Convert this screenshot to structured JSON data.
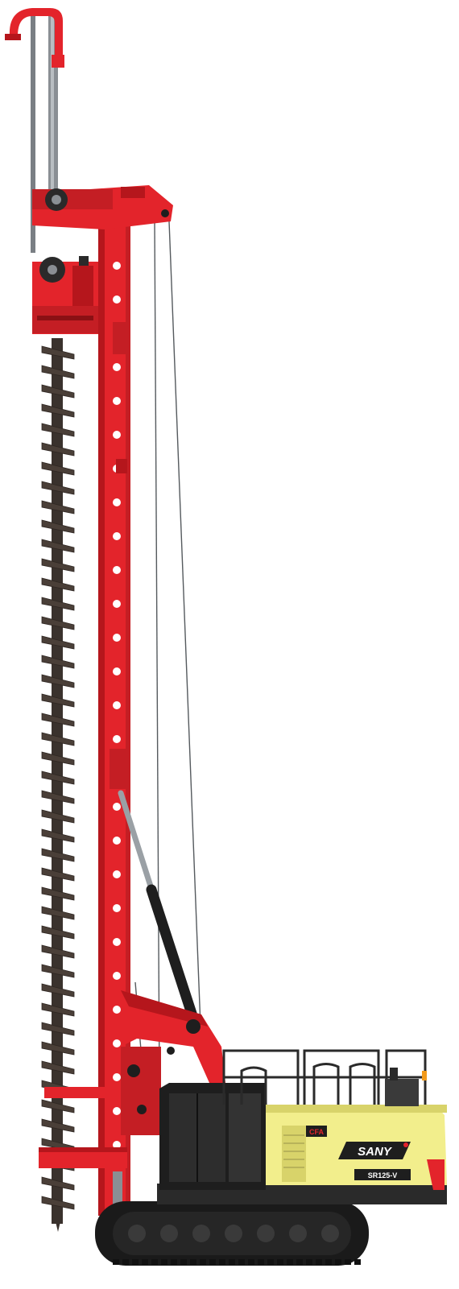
{
  "image": {
    "subject": "SANY SR125-V CFA piling rig",
    "background": "#ffffff"
  },
  "decals": {
    "brand": "SANY",
    "model": "SR125-V",
    "cfa_badge": "CFA"
  },
  "colors": {
    "mast_red": "#e3242b",
    "mast_red_dark": "#b5161c",
    "house_yellow": "#f2ee8c",
    "house_yellow_dark": "#d8d36a",
    "cab_black": "#1e1e1e",
    "track_black": "#1a1a1a",
    "auger_brown": "#4a3f38",
    "steel_grey": "#8a8f94",
    "cable_grey": "#555a5e"
  }
}
